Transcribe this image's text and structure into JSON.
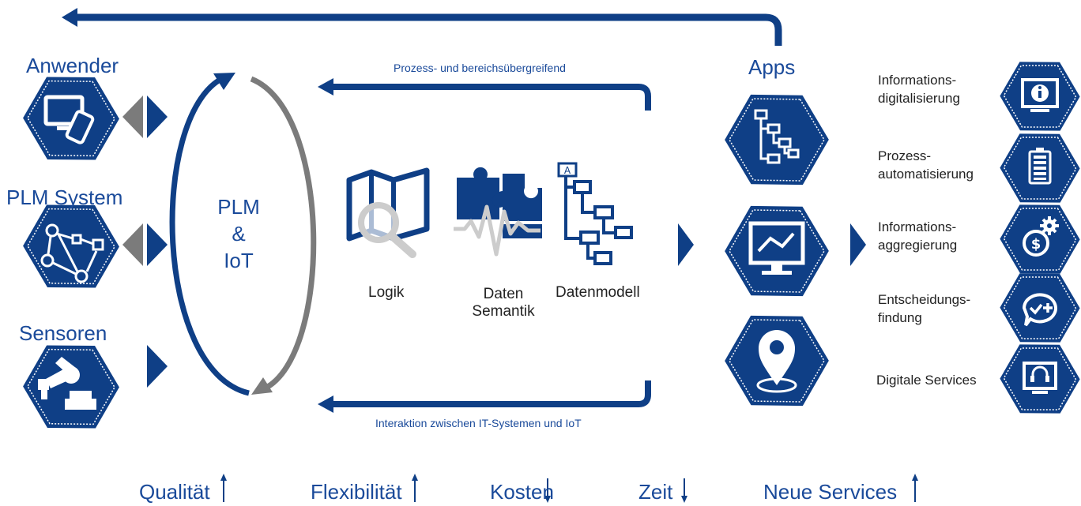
{
  "colors": {
    "primary": "#0f3f86",
    "gray": "#7b7b7b",
    "light_gray": "#cccccc"
  },
  "inputs": {
    "anwender": {
      "label": "Anwender",
      "icon": "monitor-phone-icon"
    },
    "plm_system": {
      "label": "PLM System",
      "icon": "network-nodes-icon"
    },
    "sensoren": {
      "label": "Sensoren",
      "icon": "robot-arm-icon"
    }
  },
  "cycle": {
    "line1": "PLM",
    "line2": "&",
    "line3": "IoT"
  },
  "top_arrow_label": "Prozess- und bereichsübergreifend",
  "bottom_arrow_label": "Interaktion zwischen IT-Systemen und IoT",
  "middle": [
    {
      "label": "Logik",
      "icon": "map-magnifier-icon"
    },
    {
      "label": "Daten Semantik",
      "line1": "Daten",
      "line2": "Semantik",
      "icon": "puzzle-signal-icon"
    },
    {
      "label": "Datenmodell",
      "icon": "tree-model-icon"
    }
  ],
  "apps": {
    "label": "Apps",
    "icons": [
      "hierarchy-icon",
      "monitor-chart-icon",
      "map-pin-icon"
    ]
  },
  "services": [
    {
      "line1": "Informations-",
      "line2": "digitalisierung",
      "icon": "monitor-info-icon"
    },
    {
      "line1": "Prozess-",
      "line2": "automatisierung",
      "icon": "battery-icon"
    },
    {
      "line1": "Informations-",
      "line2": "aggregierung",
      "icon": "gear-sync-icon"
    },
    {
      "line1": "Entscheidungs-",
      "line2": "findung",
      "icon": "decision-chat-icon"
    },
    {
      "line1": "Digitale Services",
      "line2": "",
      "icon": "headset-monitor-icon"
    }
  ],
  "bottom": [
    {
      "label": "Qualität",
      "trend": "up"
    },
    {
      "label": "Flexibilität",
      "trend": "up"
    },
    {
      "label": "Kosten",
      "trend": "down"
    },
    {
      "label": "Zeit",
      "trend": "down"
    },
    {
      "label": "Neue Services",
      "trend": "up"
    }
  ]
}
